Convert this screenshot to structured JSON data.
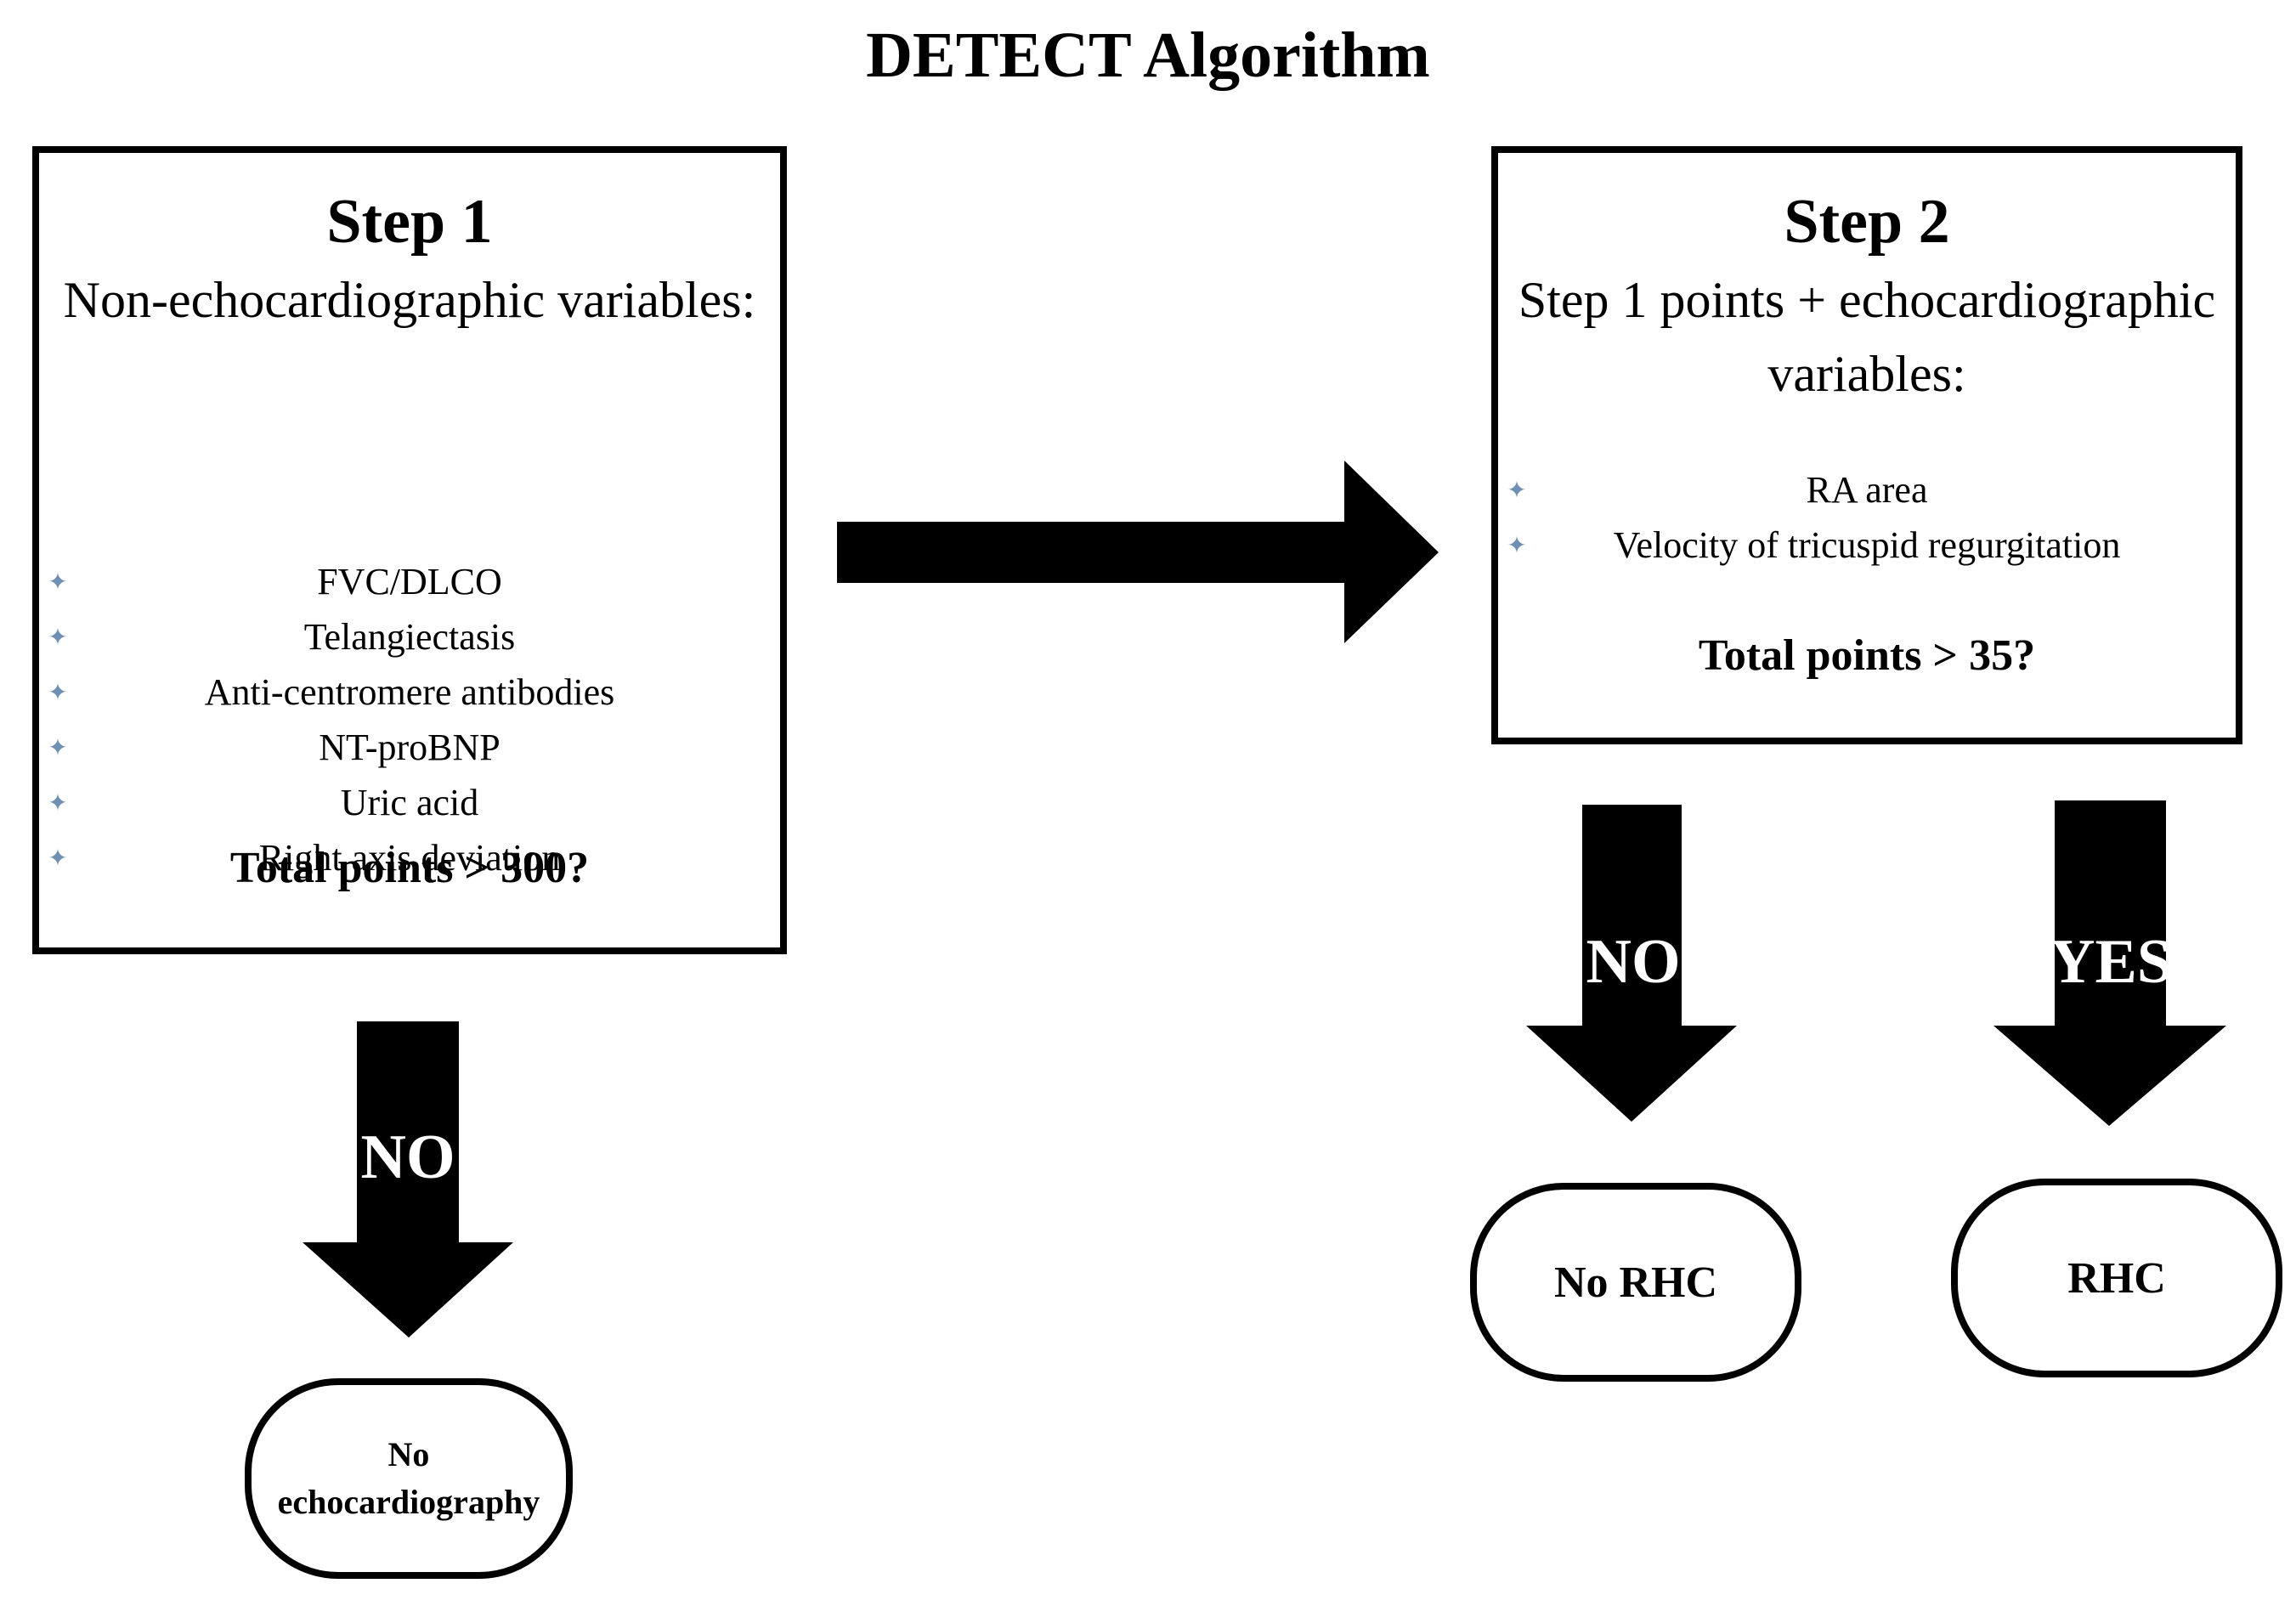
{
  "title": "DETECT Algorithm",
  "step1": {
    "title": "Step 1",
    "subtitle": "Non-echocardiographic variables:",
    "variables": [
      "FVC/DLCO",
      "Telangiectasis",
      "Anti-centromere antibodies",
      "NT-proBNP",
      "Uric acid",
      "Right axis deviation"
    ],
    "threshold": "Total points > 300?"
  },
  "step2": {
    "title": "Step 2",
    "subtitle_line1": "Step 1 points + echocardiographic",
    "subtitle_line2": "variables:",
    "variables": [
      "RA area",
      "Velocity of tricuspid regurgitation"
    ],
    "threshold": "Total points > 35?"
  },
  "branches": {
    "step1_no": "NO",
    "step2_no": "NO",
    "step2_yes": "YES"
  },
  "outcomes": {
    "no_echo_line1": "No",
    "no_echo_line2": "echocardiography",
    "no_rhc": "No RHC",
    "rhc": "RHC"
  },
  "colors": {
    "bullet": "#6f8fb3",
    "arrow": "#000000"
  }
}
